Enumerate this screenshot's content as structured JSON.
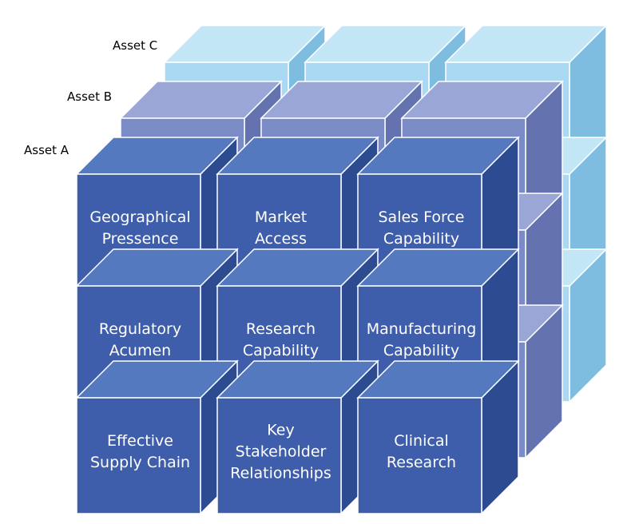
{
  "layers": [
    {
      "name": "Asset C",
      "colors": {
        "front": "#a9d9f3",
        "top": "#c3e6f7",
        "side": "#7fbde0",
        "edge": "#ffffff"
      },
      "cells": []
    },
    {
      "name": "Asset B",
      "colors": {
        "front": "#7a8bc6",
        "top": "#9aa7d6",
        "side": "#6473b0",
        "edge": "#ffffff"
      },
      "cells": []
    },
    {
      "name": "Asset A",
      "colors": {
        "front": "#3e5eab",
        "top": "#5479bf",
        "side": "#2d4b90",
        "edge": "#ffffff"
      },
      "cells": [
        [
          "Geographical",
          "Pressence"
        ],
        [
          "Market",
          "Access"
        ],
        [
          "Sales Force",
          "Capability"
        ],
        [
          "Regulatory",
          "Acumen"
        ],
        [
          "Research",
          "Capability"
        ],
        [
          "Manufacturing",
          "Capability"
        ],
        [
          "Effective",
          "Supply Chain"
        ],
        [
          "Key",
          "Stakeholder",
          "Relationships"
        ],
        [
          "Clinical",
          "Research"
        ]
      ]
    }
  ]
}
